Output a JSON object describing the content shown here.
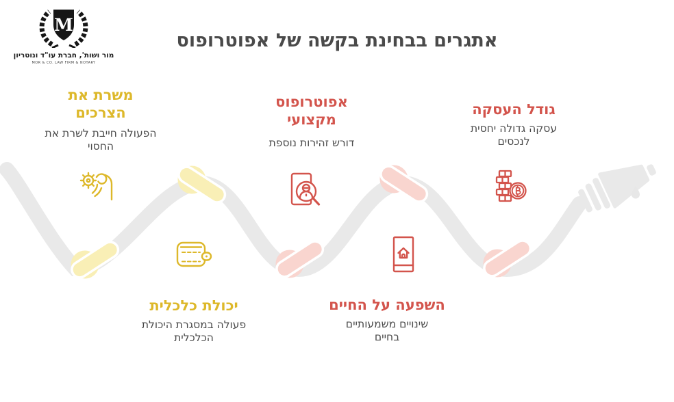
{
  "title": "אתגרים בבחינת בקשה של אפוטרופוס",
  "logo": {
    "monogram": "M",
    "name_he": "מור ושות', חברת עו\"ד ונוטריון",
    "name_en": "MOR & CO. LAW FIRM & NOTARY"
  },
  "colors": {
    "accent_yellow": "#ddb82a",
    "accent_red": "#d3544c",
    "knot_yellow": "#f9efb6",
    "knot_pink": "#f9d5cf",
    "rope_gray": "#e9e9e9",
    "heading_gray": "#4a4a4a"
  },
  "items": [
    {
      "id": "serves-needs",
      "accent": "yellow",
      "icon": "hand-gear-icon",
      "title": "משרת את הצרכים",
      "subtitle": "הפעולה חייבת לשרת את החסוי"
    },
    {
      "id": "professional-guardian",
      "accent": "red",
      "icon": "person-search-icon",
      "title": "אפוטרופוס מקצועי",
      "subtitle": "דורש זהירות נוספת"
    },
    {
      "id": "deal-size",
      "accent": "red",
      "icon": "coins-bitcoin-icon",
      "title": "גודל העסקה",
      "subtitle": "עסקה גדולה יחסית לנכסים"
    },
    {
      "id": "financial-ability",
      "accent": "yellow",
      "icon": "wallet-icon",
      "title": "יכולת כלכלית",
      "subtitle": "פעולה במסגרת היכולת הכלכלית"
    },
    {
      "id": "life-impact",
      "accent": "red",
      "icon": "home-card-icon",
      "title": "השפעה על החיים",
      "subtitle": "שינויים משמעותיים בחיים"
    }
  ]
}
